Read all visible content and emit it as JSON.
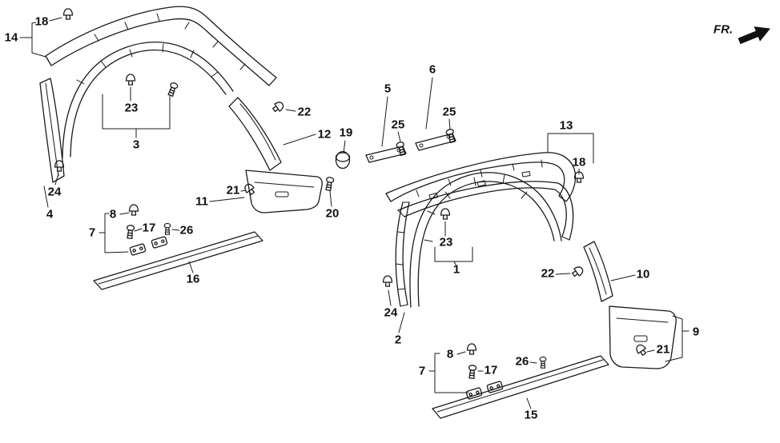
{
  "figure": {
    "direction_indicator": "FR.",
    "callouts": [
      {
        "label": "18"
      },
      {
        "label": "14"
      },
      {
        "label": "23"
      },
      {
        "label": "3"
      },
      {
        "label": "22"
      },
      {
        "label": "12"
      },
      {
        "label": "5"
      },
      {
        "label": "6"
      },
      {
        "label": "25"
      },
      {
        "label": "25"
      },
      {
        "label": "19"
      },
      {
        "label": "13"
      },
      {
        "label": "18"
      },
      {
        "label": "24"
      },
      {
        "label": "4"
      },
      {
        "label": "11"
      },
      {
        "label": "21"
      },
      {
        "label": "20"
      },
      {
        "label": "8"
      },
      {
        "label": "7"
      },
      {
        "label": "17"
      },
      {
        "label": "26"
      },
      {
        "label": "16"
      },
      {
        "label": "23"
      },
      {
        "label": "1"
      },
      {
        "label": "22"
      },
      {
        "label": "10"
      },
      {
        "label": "24"
      },
      {
        "label": "2"
      },
      {
        "label": "9"
      },
      {
        "label": "21"
      },
      {
        "label": "8"
      },
      {
        "label": "7"
      },
      {
        "label": "17"
      },
      {
        "label": "26"
      },
      {
        "label": "15"
      }
    ]
  }
}
